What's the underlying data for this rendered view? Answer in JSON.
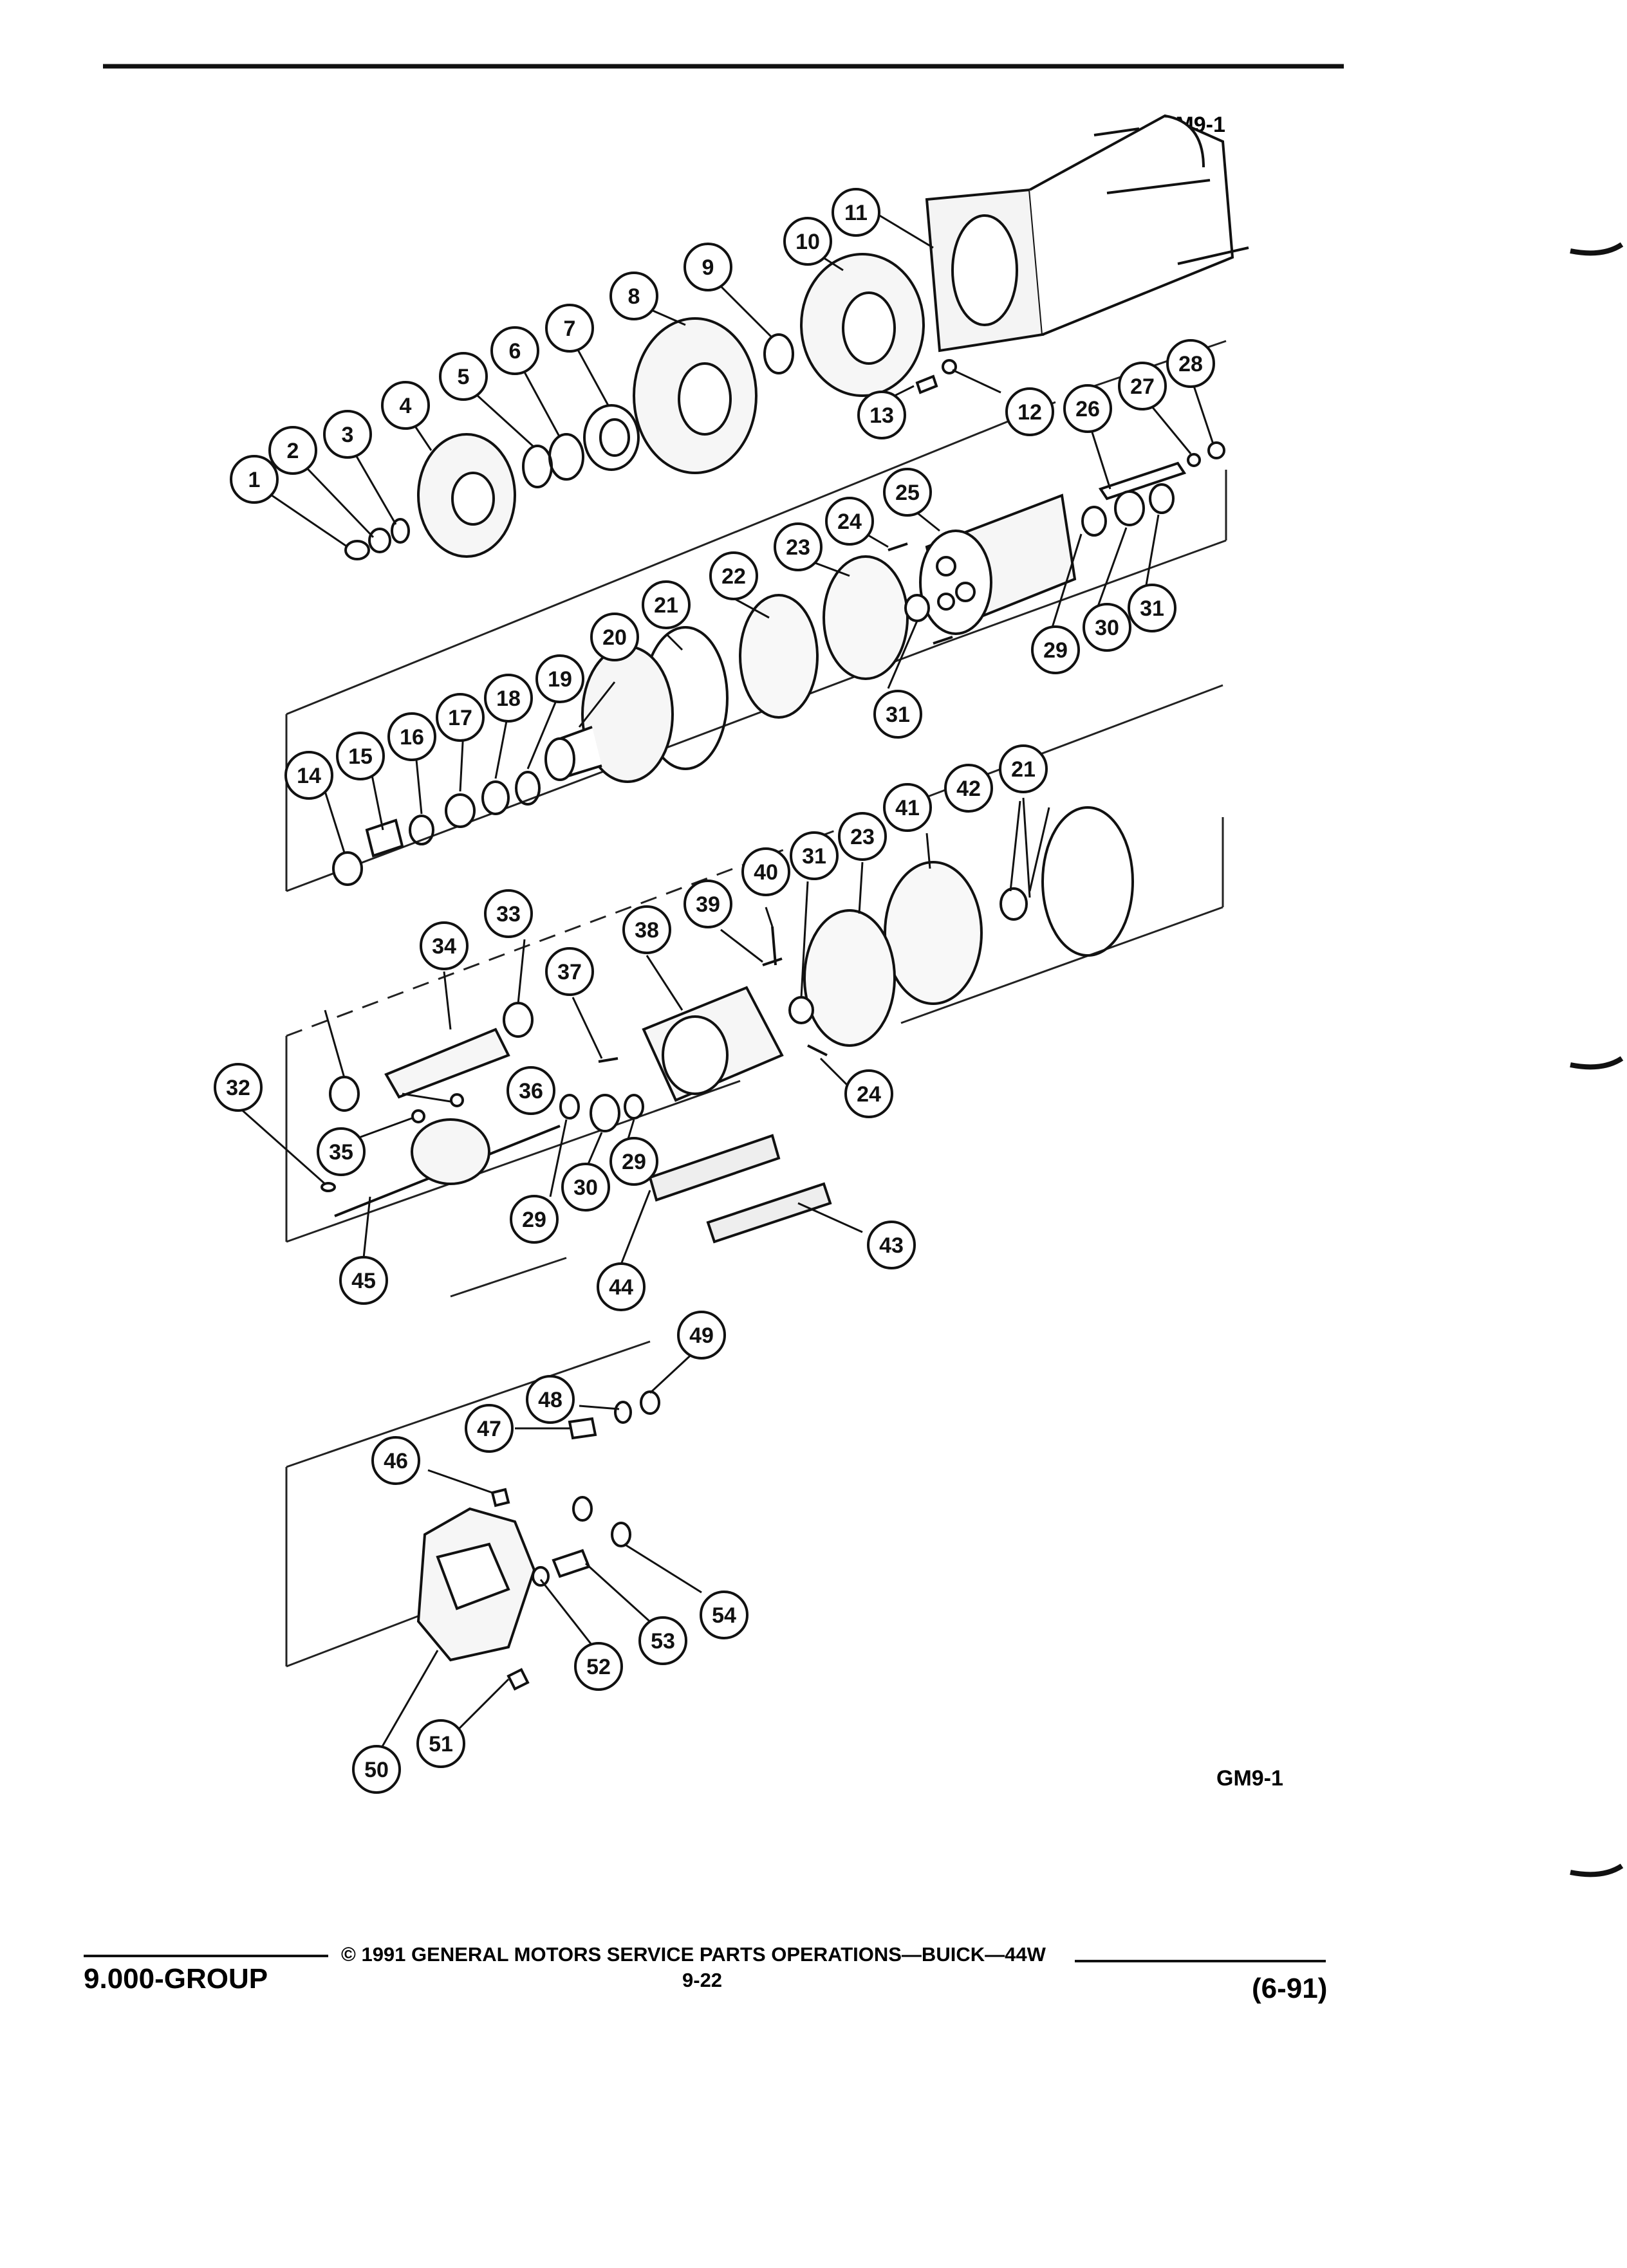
{
  "figure": {
    "code_top": "GM9-1",
    "code_bottom": "GM9-1"
  },
  "callouts": [
    "1",
    "2",
    "3",
    "4",
    "5",
    "6",
    "7",
    "8",
    "9",
    "10",
    "11",
    "12",
    "13",
    "14",
    "15",
    "16",
    "17",
    "18",
    "19",
    "20",
    "21",
    "22",
    "23",
    "24",
    "25",
    "26",
    "27",
    "28",
    "29",
    "30",
    "31",
    "32",
    "33",
    "34",
    "35",
    "36",
    "37",
    "38",
    "39",
    "40",
    "41",
    "42",
    "43",
    "44",
    "45",
    "46",
    "47",
    "48",
    "49",
    "50",
    "51",
    "52",
    "53",
    "54"
  ],
  "footer": {
    "group": "9.000-GROUP",
    "copyright": "© 1991 GENERAL MOTORS SERVICE PARTS OPERATIONS—BUICK—44W",
    "page_number": "9-22",
    "date": "(6-91)"
  }
}
